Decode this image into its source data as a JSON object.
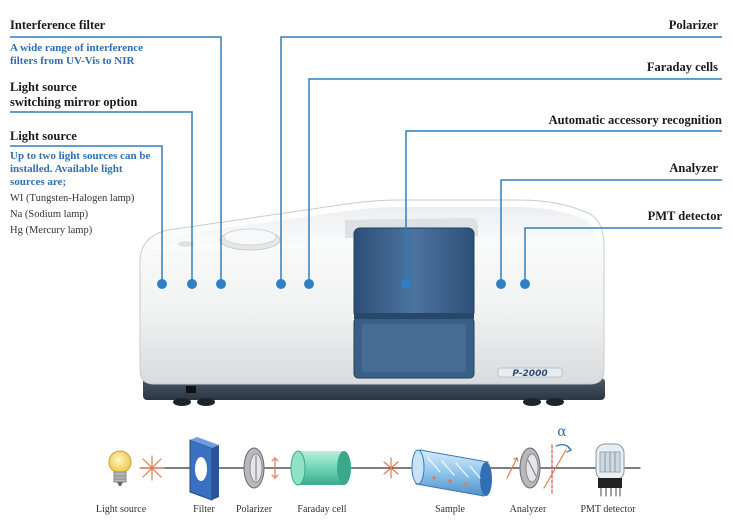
{
  "callouts_left": {
    "interference_filter": {
      "title": "Interference filter",
      "desc": "A wide range of interference filters from UV-Vis to NIR"
    },
    "mirror_option": {
      "title_line1": "Light source",
      "title_line2": "switching mirror option"
    },
    "light_source": {
      "title": "Light source",
      "desc": "Up to two light sources can be installed.  Available light sources are;",
      "lamps": [
        "WI (Tungsten-Halogen lamp)",
        "Na (Sodium lamp)",
        "Hg (Mercury lamp)"
      ]
    }
  },
  "callouts_right": {
    "polarizer": "Polarizer",
    "faraday_cells": "Faraday cells",
    "auto_recognition": "Automatic accessory recognition",
    "analyzer": "Analyzer",
    "pmt_detector": "PMT detector"
  },
  "instrument": {
    "model": "P-2000"
  },
  "optical_path": {
    "alpha": "α",
    "labels": [
      "Light source",
      "Filter",
      "Polarizer",
      "Faraday cell",
      "Sample",
      "Analyzer",
      "PMT detector"
    ]
  },
  "colors": {
    "callout_line": "#2f7fc4",
    "accent_text": "#2f6fb2",
    "cover": "#3f6791"
  }
}
